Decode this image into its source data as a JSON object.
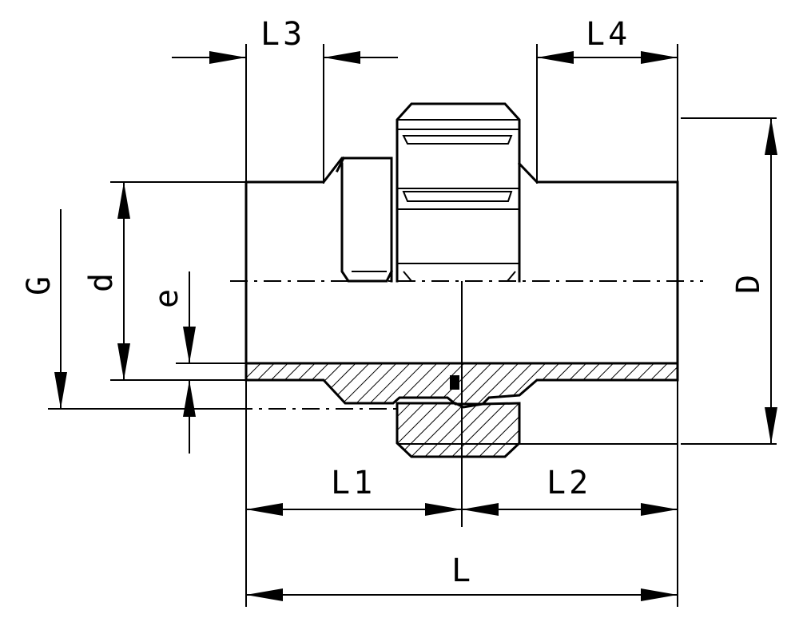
{
  "labels": {
    "L3": "L3",
    "L4": "L4",
    "L1": "L1",
    "L2": "L2",
    "L": "L",
    "G": "G",
    "d": "d",
    "e": "e",
    "D": "D"
  }
}
